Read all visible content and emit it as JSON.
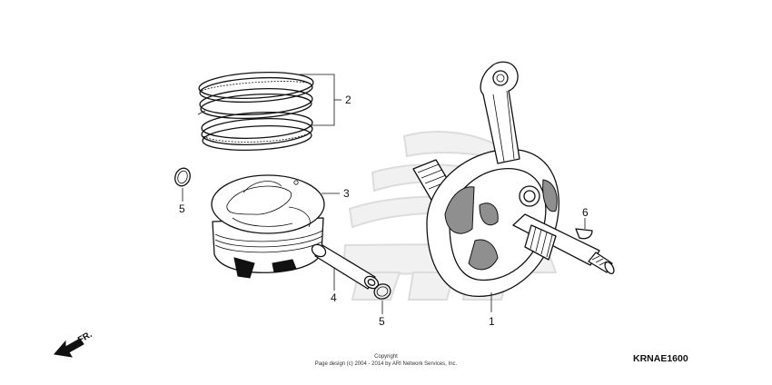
{
  "diagram": {
    "code": "KRNAE1600",
    "direction_label": "FR.",
    "copyright_line1": "Copyright",
    "copyright_line2": "Page design (c) 2004 - 2014 by ARI Network Services, Inc.",
    "callouts": {
      "crankshaft": "1",
      "piston_ring_set": "2",
      "piston": "3",
      "piston_pin": "4",
      "pin_clip_left": "5",
      "pin_clip_right": "5",
      "woodruff_key": "6"
    }
  }
}
